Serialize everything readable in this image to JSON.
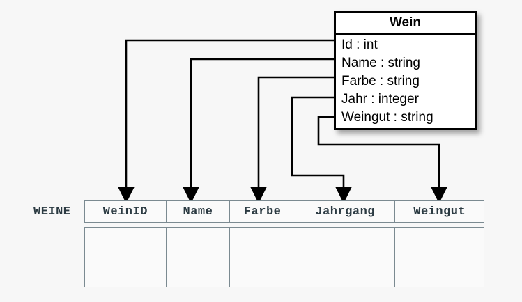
{
  "diagram": {
    "title_hidden": "",
    "background_color": "#f7f7f7",
    "line_color": "#000000",
    "table_border_color": "#7b8a91",
    "table_text_color": "#2b3a42"
  },
  "uml_class": {
    "name": "Wein",
    "attributes": [
      {
        "label": "Id : int"
      },
      {
        "label": "Name : string"
      },
      {
        "label": "Farbe : string"
      },
      {
        "label": "Jahr : integer"
      },
      {
        "label": "Weingut : string"
      }
    ]
  },
  "relational_table": {
    "name": "WEINE",
    "columns": [
      {
        "label": "WeinID"
      },
      {
        "label": "Name"
      },
      {
        "label": "Farbe"
      },
      {
        "label": "Jahrgang"
      },
      {
        "label": "Weingut"
      }
    ],
    "rows": [
      [
        "",
        "",
        "",
        "",
        ""
      ]
    ]
  },
  "mappings": [
    {
      "from": "Id : int",
      "to": "WeinID",
      "name": "mapping-id-weinid"
    },
    {
      "from": "Name : string",
      "to": "Name",
      "name": "mapping-name-name"
    },
    {
      "from": "Farbe : string",
      "to": "Farbe",
      "name": "mapping-farbe-farbe"
    },
    {
      "from": "Jahr : integer",
      "to": "Jahrgang",
      "name": "mapping-jahr-jahrgang"
    },
    {
      "from": "Weingut : string",
      "to": "Weingut",
      "name": "mapping-weingut-weingut"
    }
  ]
}
